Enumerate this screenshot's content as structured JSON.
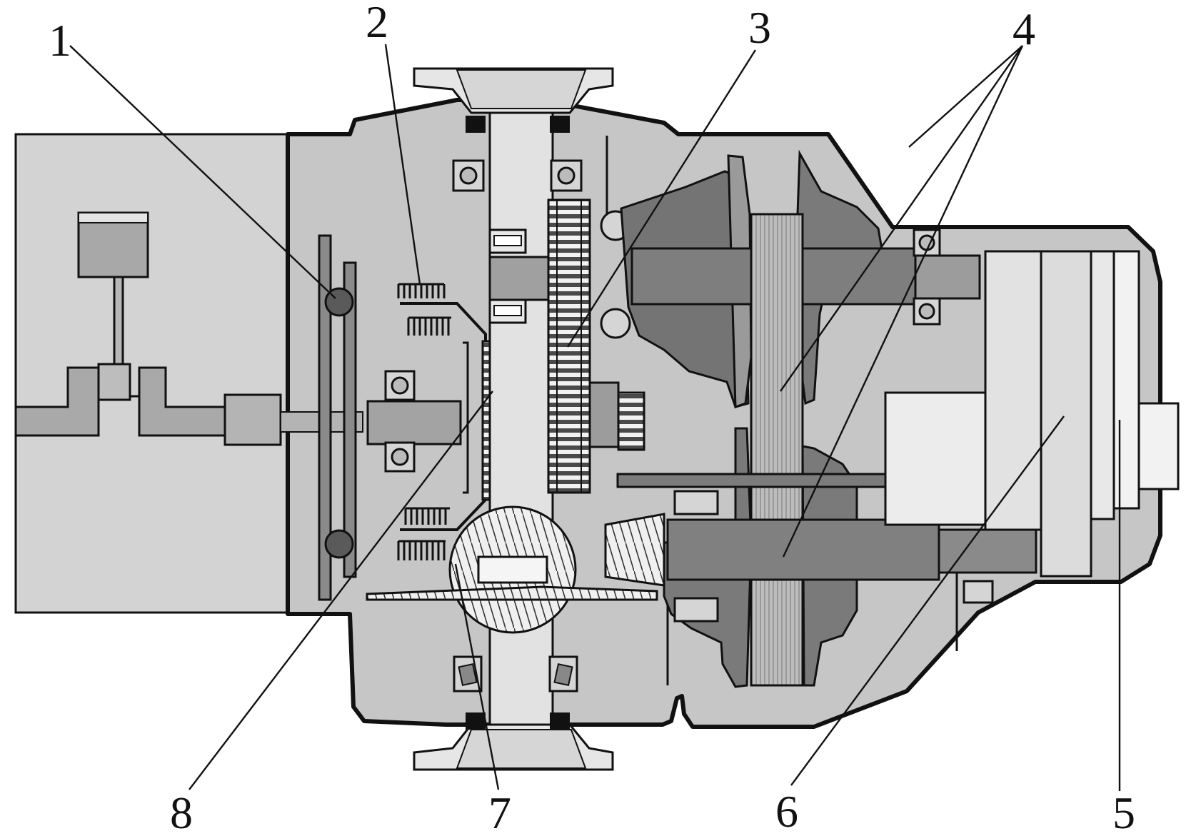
{
  "diagram": {
    "callouts": [
      {
        "id": "1",
        "text": "1"
      },
      {
        "id": "2",
        "text": "2"
      },
      {
        "id": "3",
        "text": "3"
      },
      {
        "id": "4",
        "text": "4"
      },
      {
        "id": "5",
        "text": "5"
      },
      {
        "id": "6",
        "text": "6"
      },
      {
        "id": "7",
        "text": "7"
      },
      {
        "id": "8",
        "text": "8"
      }
    ],
    "colors": {
      "outline": "#111111",
      "housing": "#c4c4c4",
      "engine_block": "#d2d2d2",
      "dark_part": "#6e6e6e",
      "mid_part": "#8c8c8c",
      "light_part": "#e4e4e4",
      "belt": "#b4b4b4"
    }
  }
}
